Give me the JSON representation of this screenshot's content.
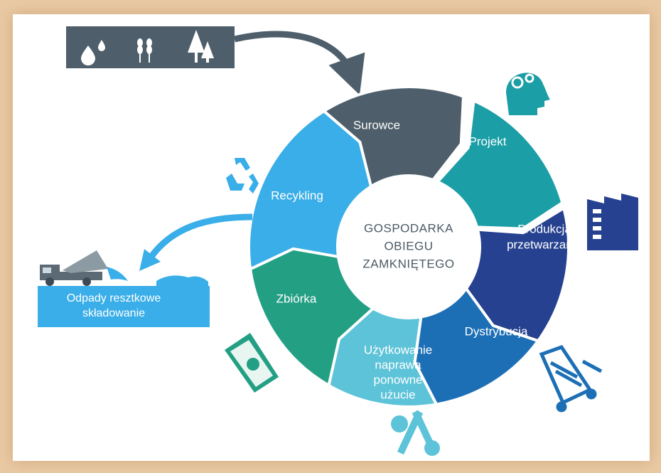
{
  "center": {
    "line1": "GOSPODARKA",
    "line2": "OBIEGU",
    "line3": "ZAMKNIĘTEGO"
  },
  "segments": {
    "surowce": {
      "label": "Surowce",
      "color": "#4e5f6b"
    },
    "projekt": {
      "label": "Projekt",
      "color": "#1b9ea6"
    },
    "produkcja": {
      "line1": "Produkcja",
      "line2": "przetwarzanie",
      "color": "#26418f"
    },
    "dystrybucja": {
      "label": "Dystrybucja",
      "color": "#1d6fb5"
    },
    "uzytkowanie": {
      "line1": "Użytkowanie",
      "line2": "naprawa",
      "line3": "ponowne",
      "line4": "użucie",
      "color": "#5cc3d8"
    },
    "zbiorka": {
      "label": "Zbiórka",
      "color": "#239f84"
    },
    "recykling": {
      "label": "Recykling",
      "color": "#3aaee8"
    }
  },
  "waste": {
    "line1": "Odpady resztkowe",
    "line2": "składowanie",
    "color": "#3aaee8"
  },
  "resources_banner": {
    "color": "#4e5f6b",
    "icons": [
      "water-drops-icon",
      "wheat-icon",
      "trees-icon"
    ]
  },
  "decor_icons": [
    "head-gears-icon",
    "factory-icon",
    "cart-icon",
    "tools-icon",
    "bin-icon",
    "recycle-icon",
    "dump-truck-icon"
  ]
}
